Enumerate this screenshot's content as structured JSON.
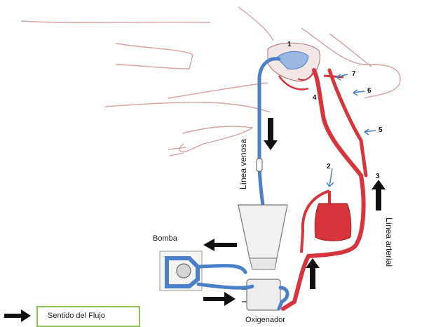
{
  "labels": {
    "bomba": "Bomba",
    "oxigenador": "Oxigenador",
    "linea_venosa": "Línea venosa",
    "linea_arterial": "Línea arterial",
    "legend": "Sentido del Flujo"
  },
  "numbers": [
    "1",
    "2",
    "3",
    "4",
    "5",
    "6",
    "7"
  ],
  "colors": {
    "venous": "#4a7fc9",
    "arterial": "#d8343c",
    "body_outline": "#d9a0a0",
    "legend_border": "#8cc152",
    "arrow": "#111111"
  }
}
